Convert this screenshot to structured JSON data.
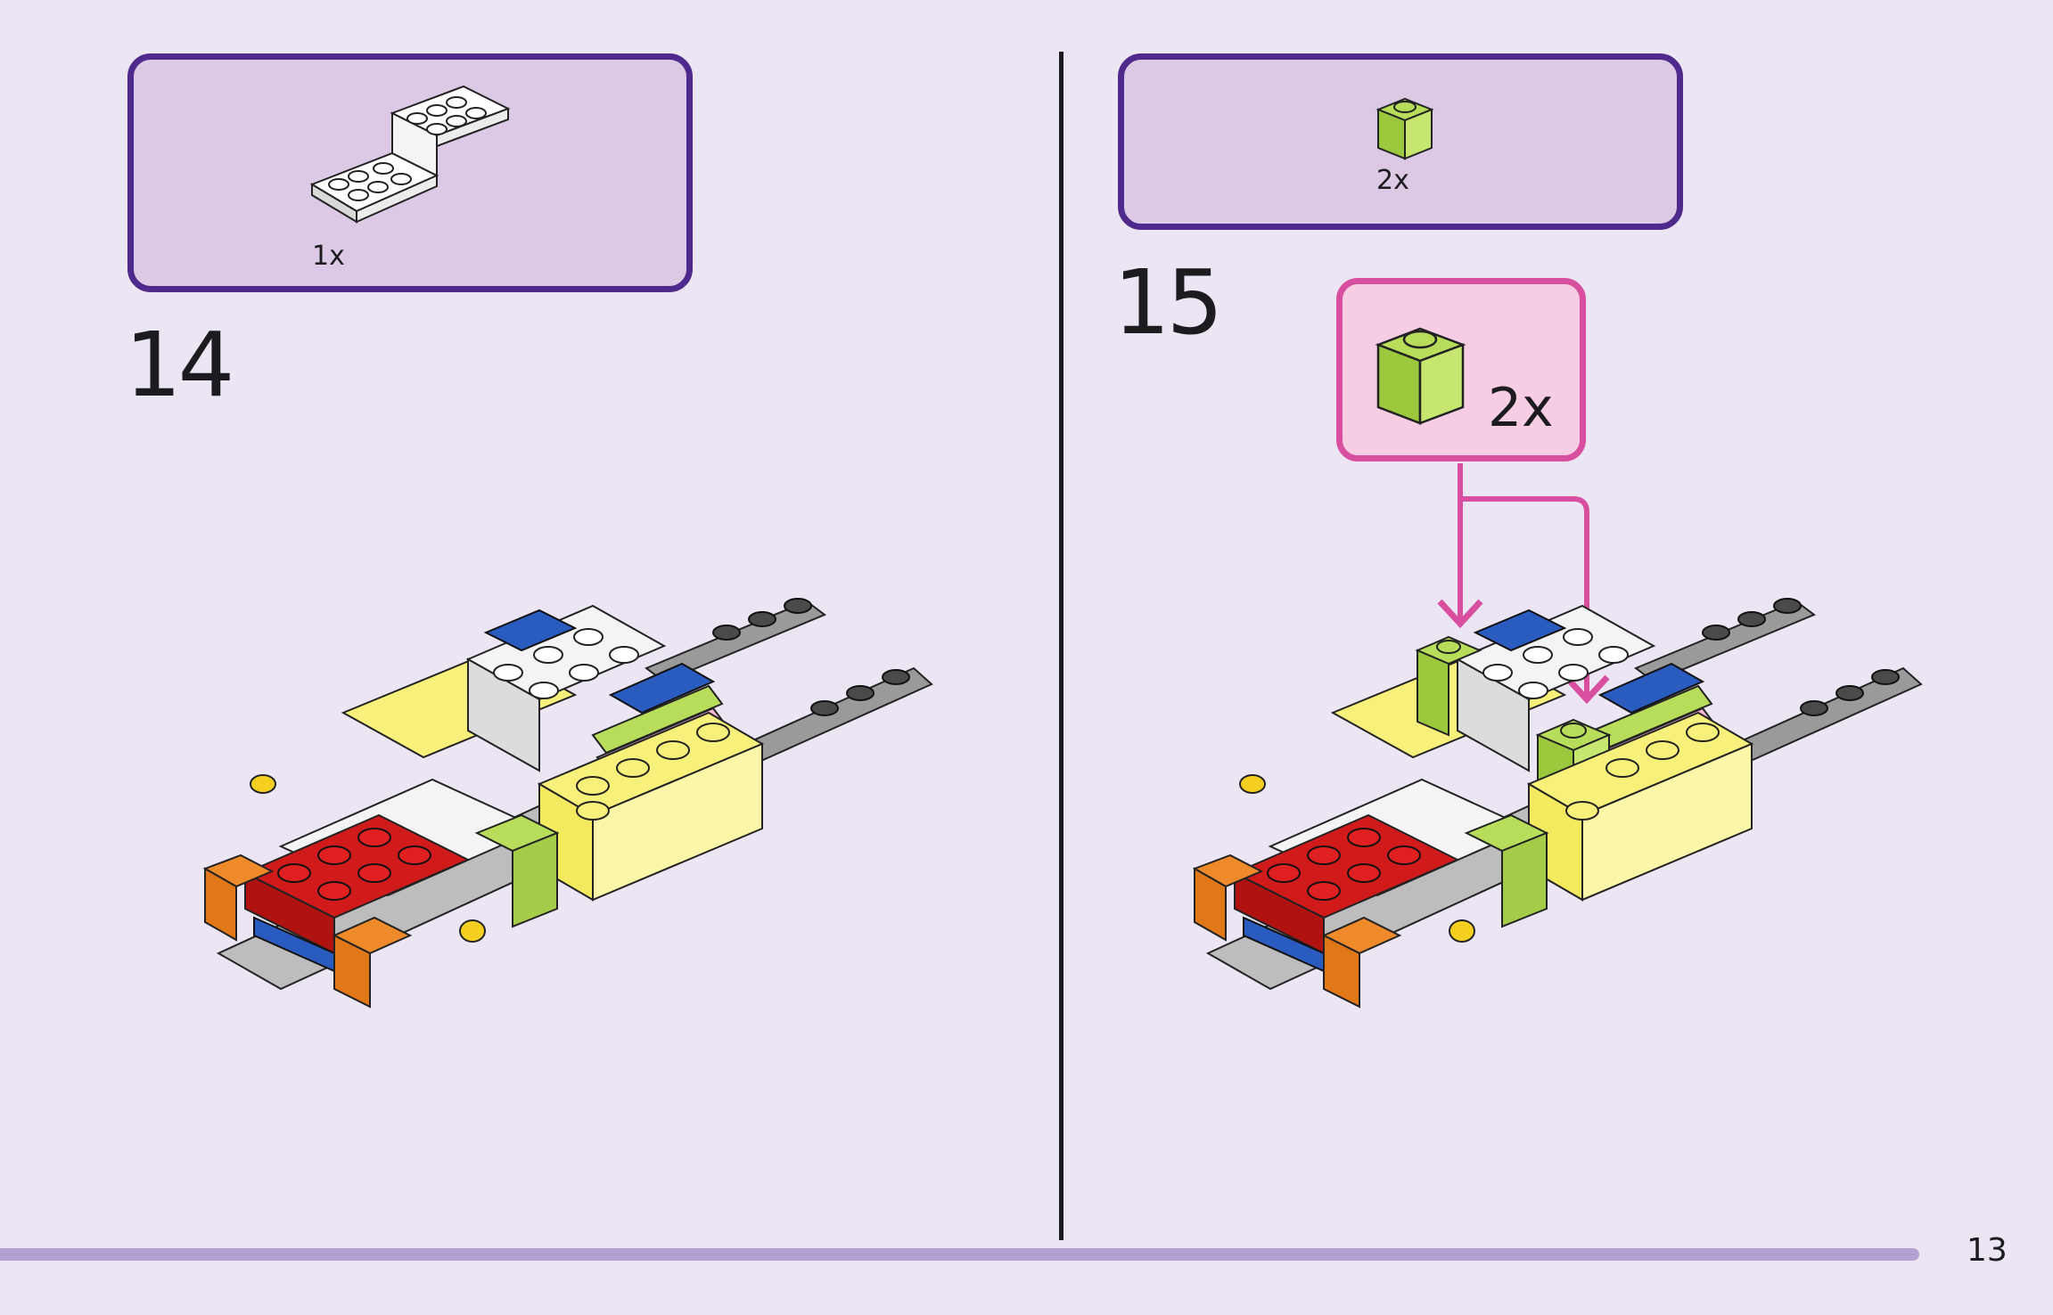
{
  "step14": {
    "number": "14",
    "parts": [
      {
        "quantity": "1x",
        "part": "white bracket plate"
      }
    ]
  },
  "step15": {
    "number": "15",
    "parts": [
      {
        "quantity": "2x",
        "part": "lime green 1x1 brick"
      }
    ],
    "callout": {
      "quantity": "2x"
    }
  },
  "page_number": "13",
  "colors": {
    "background": "#ece6f4",
    "parts_box_border": "#4f2a8c",
    "parts_box_fill": "#dcc9e6",
    "callout_border": "#d94fa0",
    "callout_fill": "#f7cde3",
    "bottom_bar": "#b3a1d3"
  }
}
